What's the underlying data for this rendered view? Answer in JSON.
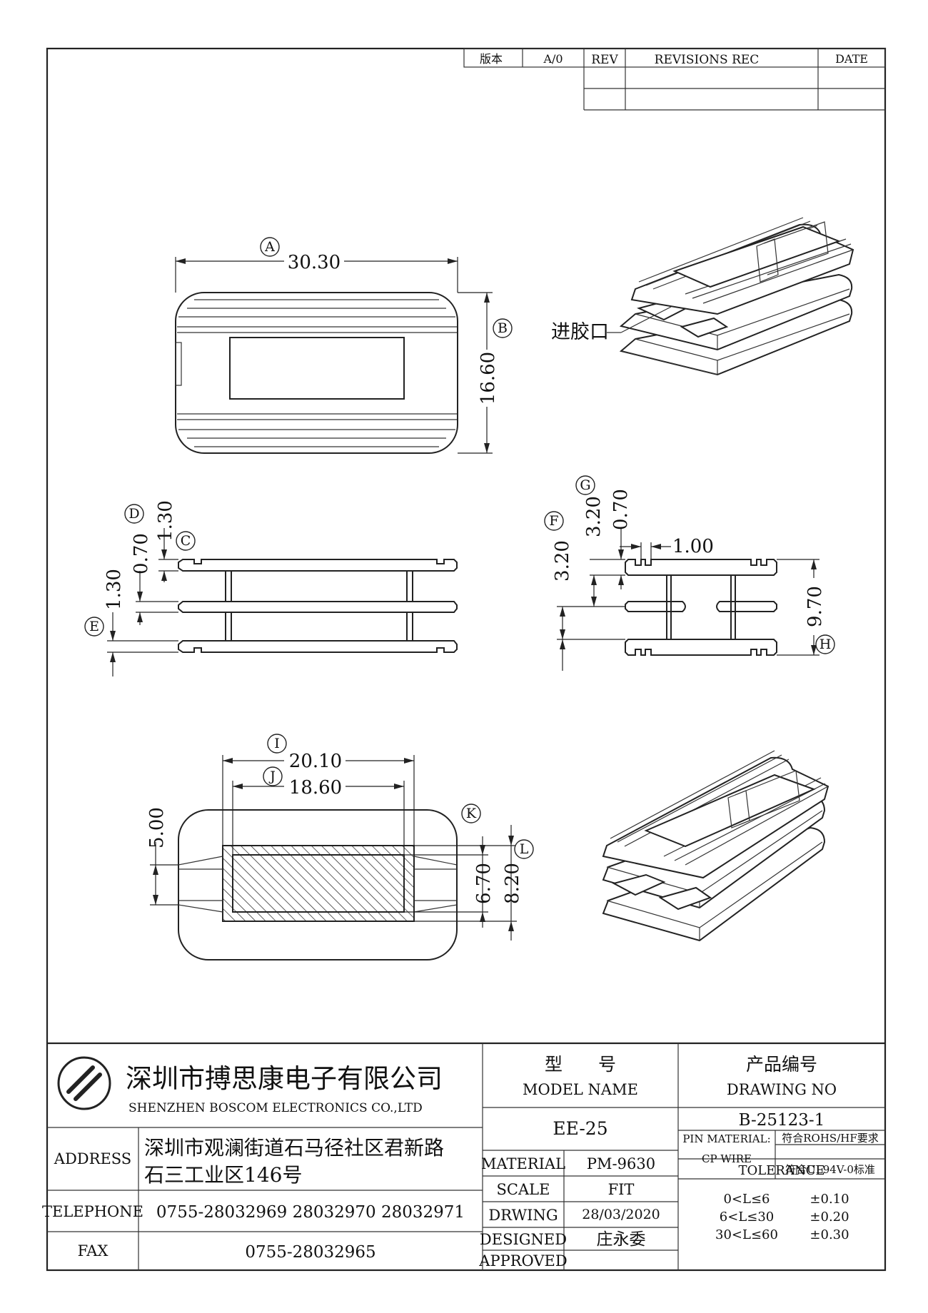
{
  "revision_table": {
    "version_label": "版本",
    "version_value": "A/0",
    "rev_label": "REV",
    "revisions_label": "REVISIONS REC",
    "date_label": "DATE"
  },
  "dimensions": {
    "A": "30.30",
    "B": "16.60",
    "C": "1.30",
    "D": "0.70",
    "E": "1.30",
    "F": "3.20",
    "G": "3.20",
    "G2": "0.70",
    "G3": "1.00",
    "H": "9.70",
    "I": "20.10",
    "J": "18.60",
    "K": "6.70",
    "L": "8.20",
    "width_5": "5.00"
  },
  "balloons": [
    "A",
    "B",
    "C",
    "D",
    "E",
    "F",
    "G",
    "H",
    "I",
    "J",
    "K",
    "L"
  ],
  "gate_label": "进胶口",
  "title_block": {
    "company_cn": "深圳市搏思康电子有限公司",
    "company_en": "SHENZHEN BOSCOM ELECTRONICS CO.,LTD",
    "address_label": "ADDRESS",
    "address_line1": "深圳市观澜街道石马径社区君新路",
    "address_line2": "石三工业区146号",
    "telephone_label": "TELEPHONE",
    "telephone_value": "0755-28032969 28032970 28032971",
    "fax_label": "FAX",
    "fax_value": "0755-28032965",
    "model_cn": "型　　号",
    "model_en": "MODEL NAME",
    "model_value": "EE-25",
    "material_label": "MATERIAL",
    "material_value": "PM-9630",
    "scale_label": "SCALE",
    "scale_value": "FIT",
    "drawing_label": "DRWING",
    "drawing_value": "28/03/2020",
    "designed_label": "DESIGNED",
    "designed_value": "庄永委",
    "approved_label": "APPROVED",
    "drawing_no_cn": "产品编号",
    "drawing_no_en": "DRAWING NO",
    "drawing_no_value": "B-25123-1",
    "pin_material_label": "PIN MATERIAL:",
    "cp_wire_label": "CP WIRE",
    "rohs_value": "符合ROHS/HF要求",
    "ul_value": "符合UL94V-0标准",
    "tolerance_label": "TOLERANCE",
    "tolerances": [
      {
        "range": "0<L≤6",
        "value": "±0.10"
      },
      {
        "range": "6<L≤30",
        "value": "±0.20"
      },
      {
        "range": "30<L≤60",
        "value": "±0.30"
      }
    ]
  }
}
